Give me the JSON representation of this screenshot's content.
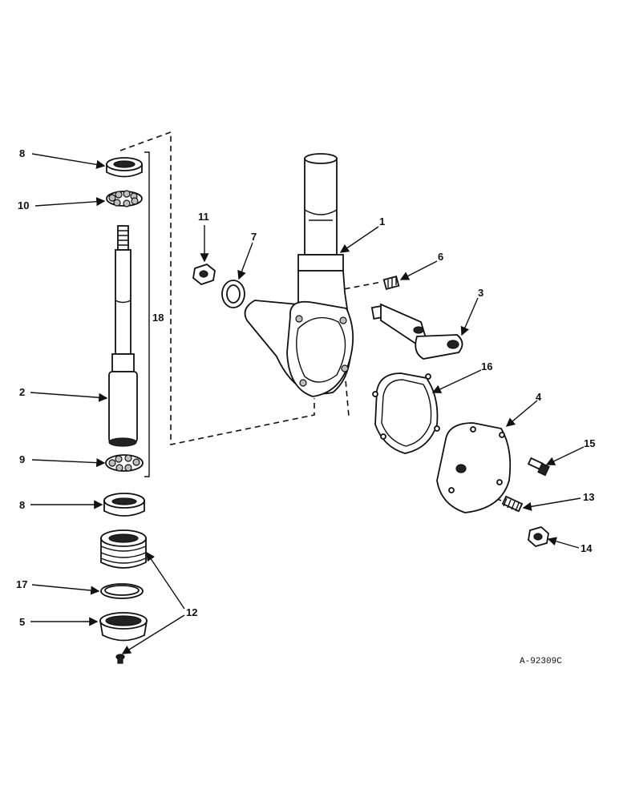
{
  "diagram": {
    "reference_code": "A-92309C",
    "callouts": {
      "c1": "1",
      "c2": "2",
      "c3": "3",
      "c4": "4",
      "c5": "5",
      "c6": "6",
      "c7": "7",
      "c8a": "8",
      "c8b": "8",
      "c9": "9",
      "c10": "10",
      "c11": "11",
      "c12": "12",
      "c13": "13",
      "c14": "14",
      "c15": "15",
      "c16": "16",
      "c17": "17",
      "c18": "18"
    }
  }
}
